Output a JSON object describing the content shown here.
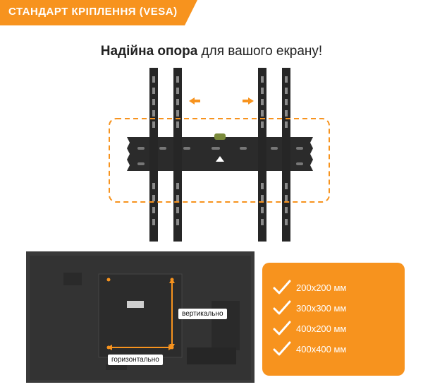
{
  "banner": {
    "title": "СТАНДАРТ КРІПЛЕННЯ (VESA)",
    "color": "#f7931e"
  },
  "headline": {
    "bold": "Надійна опора",
    "rest": " для вашого екрану!"
  },
  "tv": {
    "label_vertical": "вертикально",
    "label_horizontal": "горизонтально"
  },
  "specs": {
    "accent": "#f7931e",
    "icon": "checkmark-icon",
    "items": [
      "200х200 мм",
      "300х300 мм",
      "400х200 мм",
      "400х400 мм"
    ]
  }
}
